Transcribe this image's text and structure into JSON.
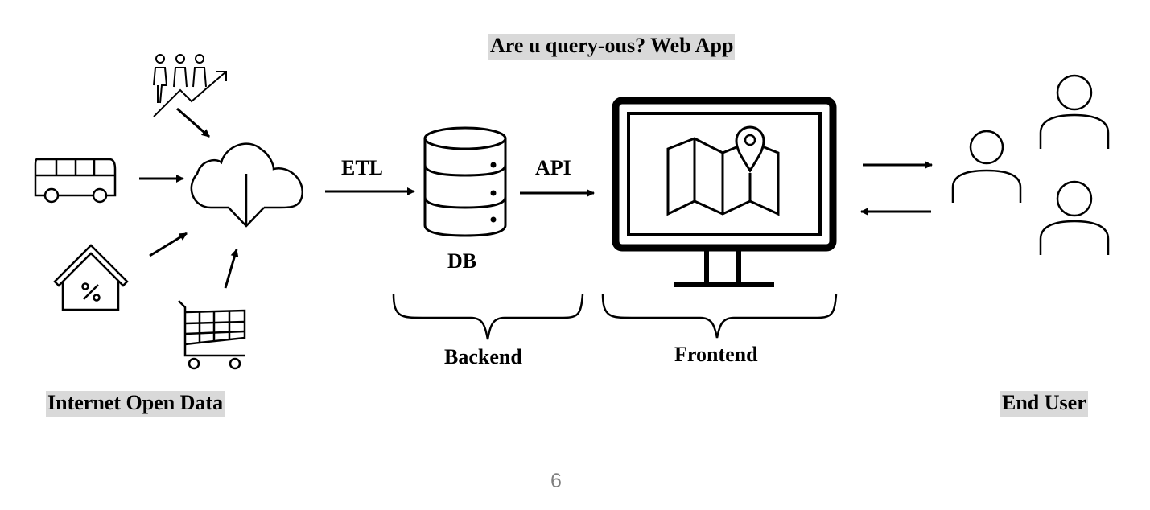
{
  "title": "Are u query-ous? Web App",
  "labels": {
    "etl": "ETL",
    "api": "API",
    "db": "DB",
    "backend": "Backend",
    "frontend": "Frontend",
    "source": "Internet Open Data",
    "end_user": "End User"
  },
  "page_number": "6",
  "colors": {
    "highlight": "#d9d9d9",
    "stroke": "#000000",
    "page_number": "#7f7f7f"
  },
  "icons": [
    "people-growth-icon",
    "bus-icon",
    "house-percent-icon",
    "shopping-cart-icon",
    "cloud-download-icon",
    "database-icon",
    "monitor-map-icon",
    "user-icon"
  ]
}
